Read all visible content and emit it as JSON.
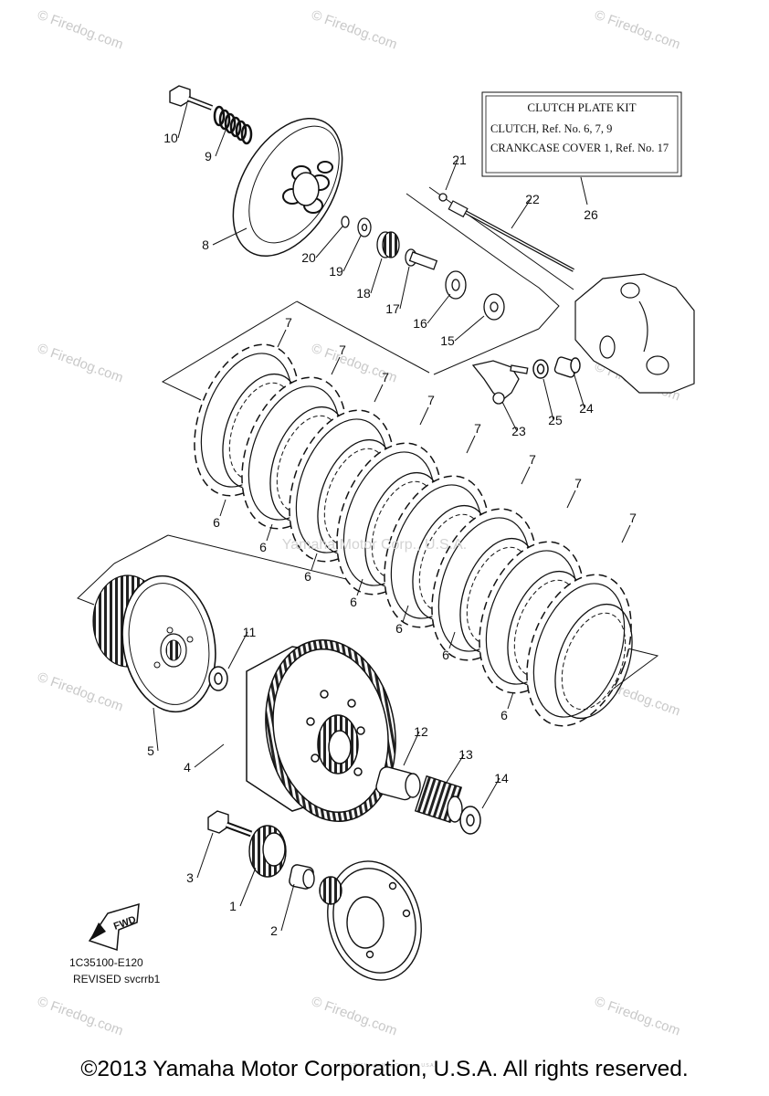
{
  "kit_box": {
    "title": "CLUTCH PLATE KIT",
    "line1": "CLUTCH, Ref. No. 6, 7, 9",
    "line2": "CRANKCASE COVER 1, Ref. No. 17",
    "ref": "26"
  },
  "part_labels": {
    "p1": "1",
    "p2": "2",
    "p3": "3",
    "p4": "4",
    "p5": "5",
    "p8": "8",
    "p9": "9",
    "p10": "10",
    "p11": "11",
    "p12": "12",
    "p13": "13",
    "p14": "14",
    "p15": "15",
    "p16": "16",
    "p17": "17",
    "p18": "18",
    "p19": "19",
    "p20": "20",
    "p21": "21",
    "p22": "22",
    "p23": "23",
    "p24": "24",
    "p25": "25",
    "p6": "6",
    "p7": "7"
  },
  "fwd_label": "FWD",
  "diagram_code": "1C35100-E120",
  "revision": "REVISED svcrrb1",
  "watermark": "© Firedog.com",
  "center_watermark": "Yamaha Motor Corp., U.S.A.",
  "copyright": "©2013 Yamaha Motor Corporation, U.S.A. All rights reserved.",
  "fineprint": "(c) 2000-2016 Yamaha Motor Corporation, U.S.A."
}
